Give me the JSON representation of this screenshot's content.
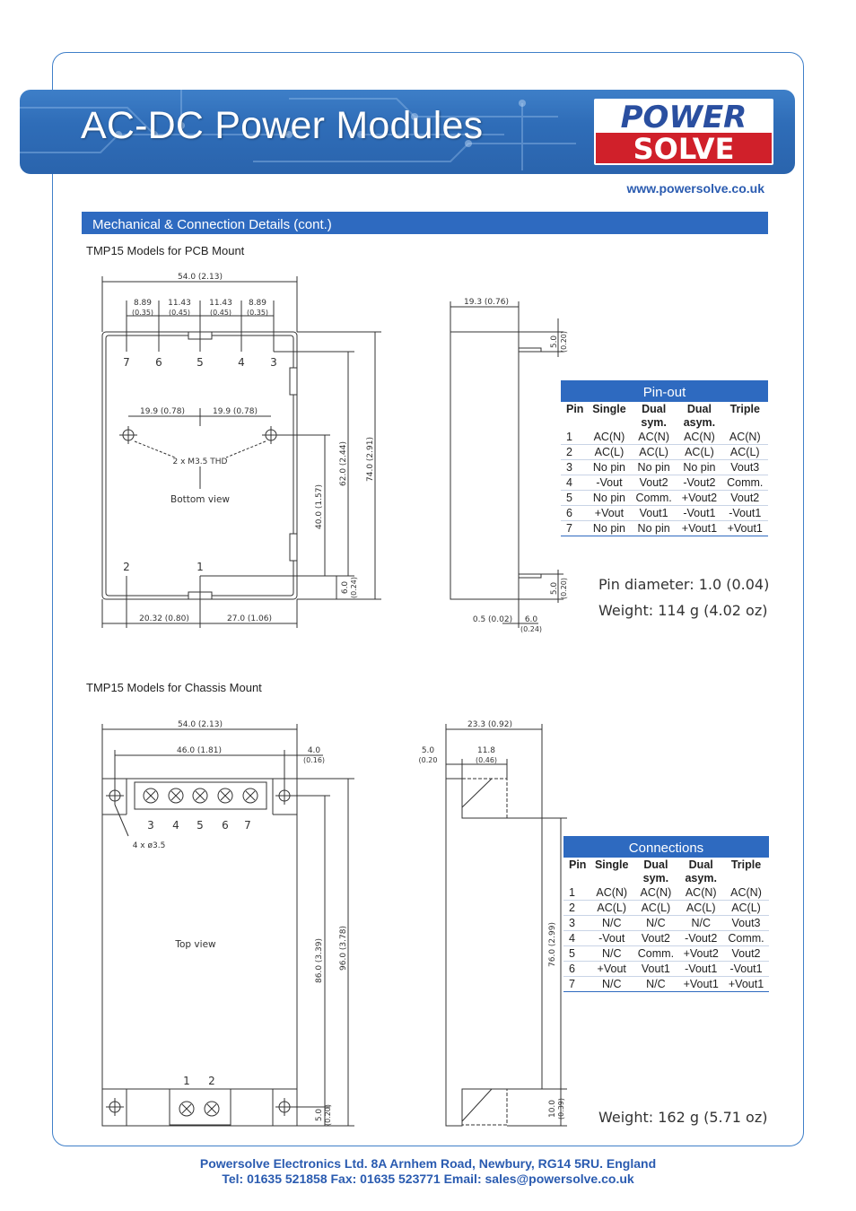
{
  "header": {
    "title": "AC-DC Power Modules",
    "logo_top": "POWER",
    "logo_bottom": "SOLVE",
    "url": "www.powersolve.co.uk"
  },
  "section": {
    "title": "Mechanical & Connection Details (cont.)"
  },
  "pcb": {
    "caption": "TMP15 Models for PCB Mount",
    "dims": {
      "width_total": "54.0 (2.13)",
      "pitch1": "8.89",
      "pitch1_in": "(0.35)",
      "pitch2": "11.43",
      "pitch2_in": "(0.45)",
      "pitch3": "11.43",
      "pitch3_in": "(0.45)",
      "pitch4": "8.89",
      "pitch4_in": "(0.35)",
      "hole_left": "19.9 (0.78)",
      "hole_right": "19.9 (0.78)",
      "thread": "2 x M3.5 THD",
      "view": "Bottom view",
      "h40": "40.0 (1.57)",
      "h62": "62.0 (2.44)",
      "h74": "74.0 (2.91)",
      "h6": "6.0",
      "h6_in": "(0.24)",
      "w20": "20.32 (0.80)",
      "w27": "27.0 (1.06)",
      "side_w": "19.3 (0.76)",
      "pin_top": "5.0",
      "pin_top_in": "(0.20)",
      "pin_bot": "5.0",
      "pin_bot_in": "(0.20)",
      "pin_d": "0.5 (0.02)",
      "pin_off": "6.0",
      "pin_off_in": "(0.24)"
    },
    "pins_top": [
      "7",
      "6",
      "5",
      "4",
      "3"
    ],
    "pins_bottom": [
      "2",
      "1"
    ],
    "table": {
      "title": "Pin-out",
      "headers": [
        [
          "Pin"
        ],
        [
          "Single"
        ],
        [
          "Dual",
          "sym."
        ],
        [
          "Dual",
          "asym."
        ],
        [
          "Triple"
        ]
      ],
      "rows": [
        [
          "1",
          "AC(N)",
          "AC(N)",
          "AC(N)",
          "AC(N)"
        ],
        [
          "2",
          "AC(L)",
          "AC(L)",
          "AC(L)",
          "AC(L)"
        ],
        [
          "3",
          "No pin",
          "No pin",
          "No pin",
          "Vout3"
        ],
        [
          "4",
          "-Vout",
          "Vout2",
          "-Vout2",
          "Comm."
        ],
        [
          "5",
          "No pin",
          "Comm.",
          "+Vout2",
          "Vout2"
        ],
        [
          "6",
          "+Vout",
          "Vout1",
          "-Vout1",
          "-Vout1"
        ],
        [
          "7",
          "No pin",
          "No pin",
          "+Vout1",
          "+Vout1"
        ]
      ]
    },
    "pin_diameter": "Pin diameter: 1.0 (0.04)",
    "weight": "Weight: 114 g (4.02 oz)"
  },
  "chassis": {
    "caption": "TMP15 Models for Chassis Mount",
    "dims": {
      "width_total": "54.0 (2.13)",
      "w46": "46.0 (1.81)",
      "w4": "4.0",
      "w4_in": "(0.16)",
      "holes": "4 x ø3.5",
      "view": "Top view",
      "h86": "86.0 (3.39)",
      "h96": "96.0 (3.78)",
      "h5": "5.0",
      "h5_in": "(0.20)",
      "side_w": "23.3 (0.92)",
      "s5": "5.0",
      "s5_in": "(0.20",
      "s11": "11.8",
      "s11_in": "(0.46)",
      "h76": "76.0 (2.99)",
      "h10": "10.0",
      "h10_in": "(0.39)"
    },
    "terms_top": [
      "3",
      "4",
      "5",
      "6",
      "7"
    ],
    "terms_bottom": [
      "1",
      "2"
    ],
    "table": {
      "title": "Connections",
      "headers": [
        [
          "Pin"
        ],
        [
          "Single"
        ],
        [
          "Dual",
          "sym."
        ],
        [
          "Dual",
          "asym."
        ],
        [
          "Triple"
        ]
      ],
      "rows": [
        [
          "1",
          "AC(N)",
          "AC(N)",
          "AC(N)",
          "AC(N)"
        ],
        [
          "2",
          "AC(L)",
          "AC(L)",
          "AC(L)",
          "AC(L)"
        ],
        [
          "3",
          "N/C",
          "N/C",
          "N/C",
          "Vout3"
        ],
        [
          "4",
          "-Vout",
          "Vout2",
          "-Vout2",
          "Comm."
        ],
        [
          "5",
          "N/C",
          "Comm.",
          "+Vout2",
          "Vout2"
        ],
        [
          "6",
          "+Vout",
          "Vout1",
          "-Vout1",
          "-Vout1"
        ],
        [
          "7",
          "N/C",
          "N/C",
          "+Vout1",
          "+Vout1"
        ]
      ]
    },
    "weight": "Weight: 162 g (5.71 oz)"
  },
  "footer": {
    "line1": "Powersolve Electronics Ltd.  8A Arnhem Road,  Newbury, RG14 5RU.  England",
    "line2": "Tel: 01635 521858  Fax: 01635 523771  Email: sales@powersolve.co.uk"
  },
  "colors": {
    "brand_blue": "#2e6ac0",
    "frame": "#3f7fc9",
    "logo_red": "#d0202a"
  }
}
